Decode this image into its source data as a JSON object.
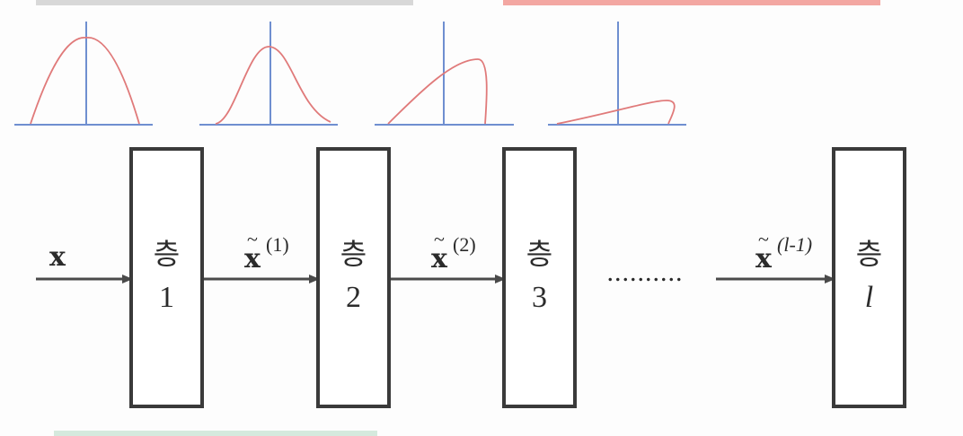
{
  "input_symbol": "x",
  "layers": [
    {
      "word": "층",
      "index": "1"
    },
    {
      "word": "층",
      "index": "2"
    },
    {
      "word": "층",
      "index": "3"
    },
    {
      "word": "층",
      "index": "l"
    }
  ],
  "transitions": [
    {
      "symbol": "x",
      "superscript": "1"
    },
    {
      "symbol": "x",
      "superscript": "2"
    },
    {
      "symbol": "x",
      "superscript": "l-1"
    }
  ],
  "ellipsis": "..........",
  "colors": {
    "curve": "#e07a7a",
    "axis": "#6f8fd0",
    "box": "#3a3a3a",
    "arrow": "#4a4a4a"
  }
}
